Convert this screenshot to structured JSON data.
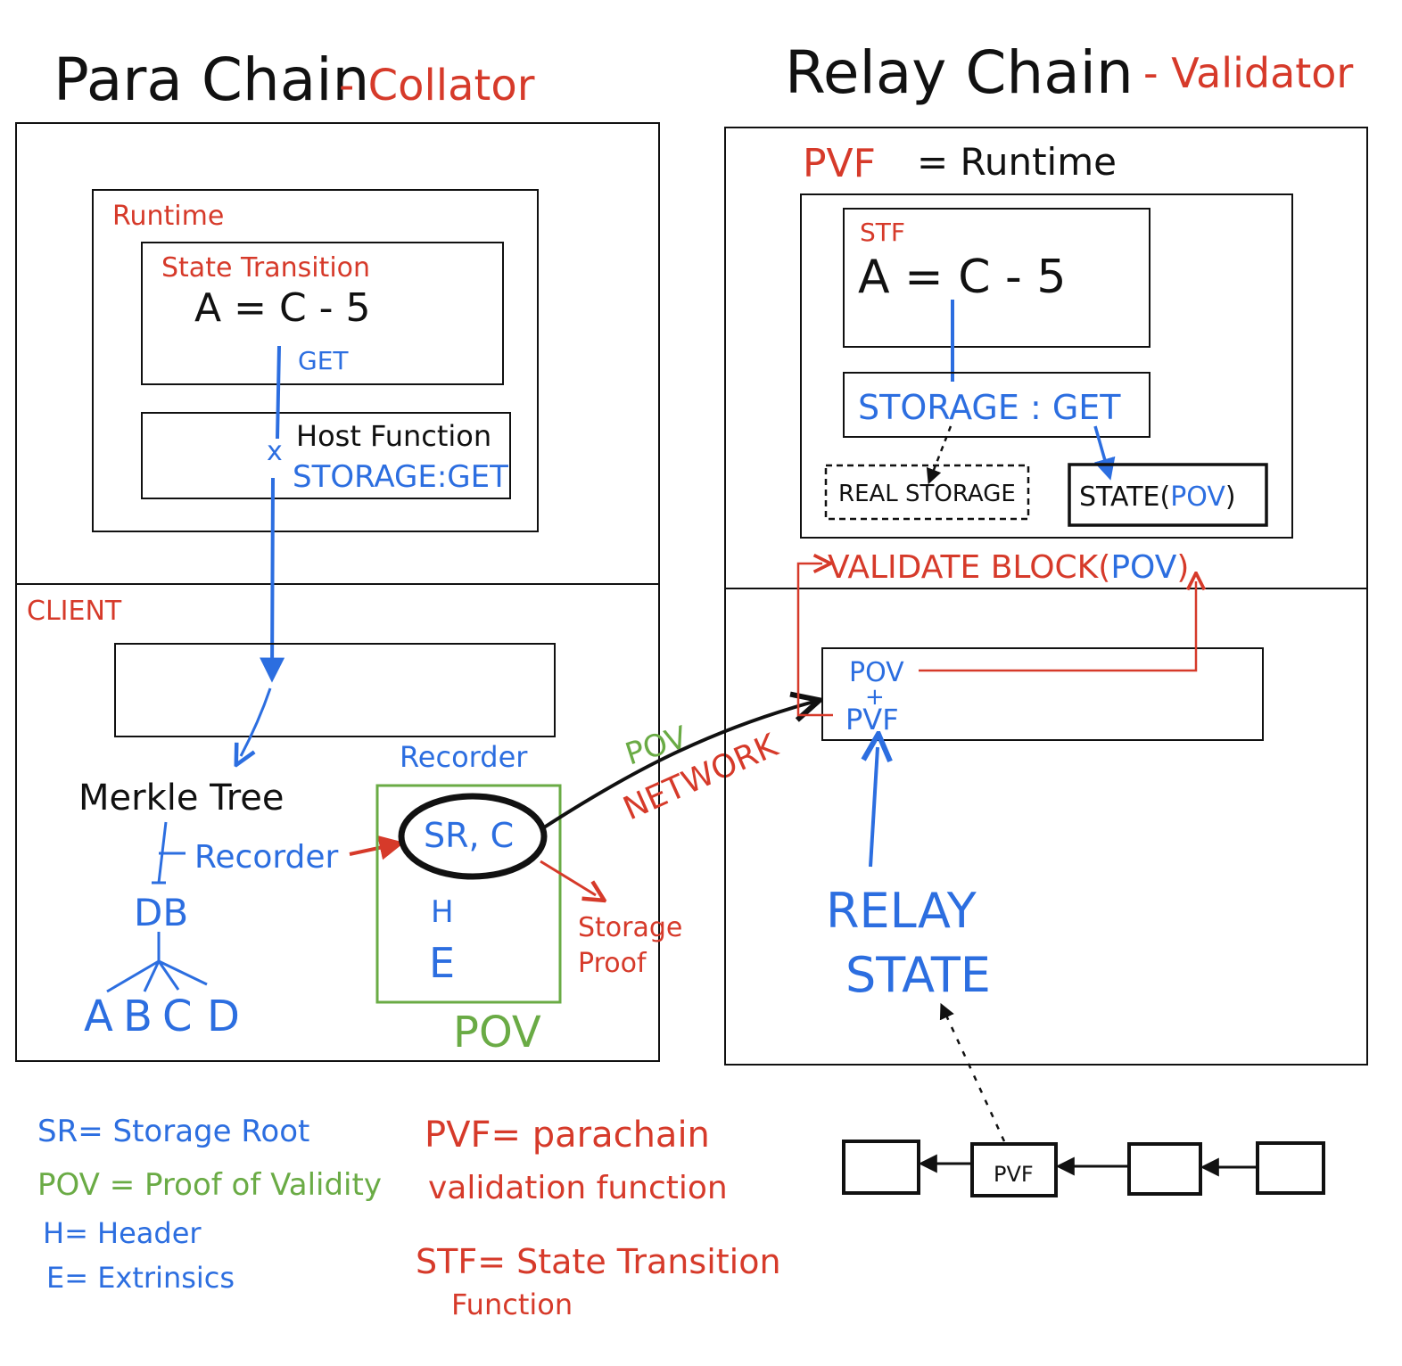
{
  "colors": {
    "ink": "#111111",
    "red": "#d63a2a",
    "blue": "#2c6ee0",
    "green": "#6aab45"
  },
  "parachain": {
    "title": "Para Chain",
    "role": "- Collator",
    "runtime": {
      "label": "Runtime",
      "state_transition": {
        "label": "State Transition",
        "formula": "A = C - 5",
        "get_label": "GET"
      },
      "host_function": {
        "label": "Host Function",
        "call": "STORAGE:GET",
        "cross": "x"
      }
    },
    "client": {
      "label": "CLIENT",
      "merkle_tree": "Merkle Tree",
      "recorder_link": "Recorder",
      "db": "DB",
      "db_leaves": [
        "A",
        "B",
        "C",
        "D"
      ],
      "recorder_box_label": "Recorder",
      "pov_items": {
        "sr_c": "SR, C",
        "h": "H",
        "e": "E"
      },
      "pov_label": "POV",
      "storage_proof": [
        "Storage",
        "Proof"
      ]
    }
  },
  "network": {
    "pov": "POV",
    "network": "NETWORK"
  },
  "relaychain": {
    "title": "Relay Chain",
    "role": "- Validator",
    "pvf_equals": {
      "pvf": "PVF",
      "rest": "= Runtime"
    },
    "stf": {
      "label": "STF",
      "formula": "A = C - 5"
    },
    "storage_get": "STORAGE : GET",
    "real_storage": "REAL STORAGE",
    "state_pov": {
      "prefix": "STATE(",
      "pov": "POV",
      "suffix": ")"
    },
    "validate_block": {
      "call": "VALIDATE BLOCK(",
      "pov": "POV",
      "close": ")"
    },
    "pov_pvf": {
      "pov": "POV",
      "plus": "+",
      "pvf": "PVF"
    },
    "relay_state": [
      "RELAY",
      "STATE"
    ],
    "chain_block_label": "PVF"
  },
  "legend": {
    "blue_green": [
      {
        "text": "SR= Storage Root",
        "color": "blue"
      },
      {
        "text": "POV = Proof of Validity",
        "color": "green"
      },
      {
        "text": "H= Header",
        "color": "blue"
      },
      {
        "text": "E= Extrinsics",
        "color": "blue"
      }
    ],
    "red": [
      "PVF= parachain",
      "validation function",
      "STF= State Transition",
      "Function"
    ]
  }
}
